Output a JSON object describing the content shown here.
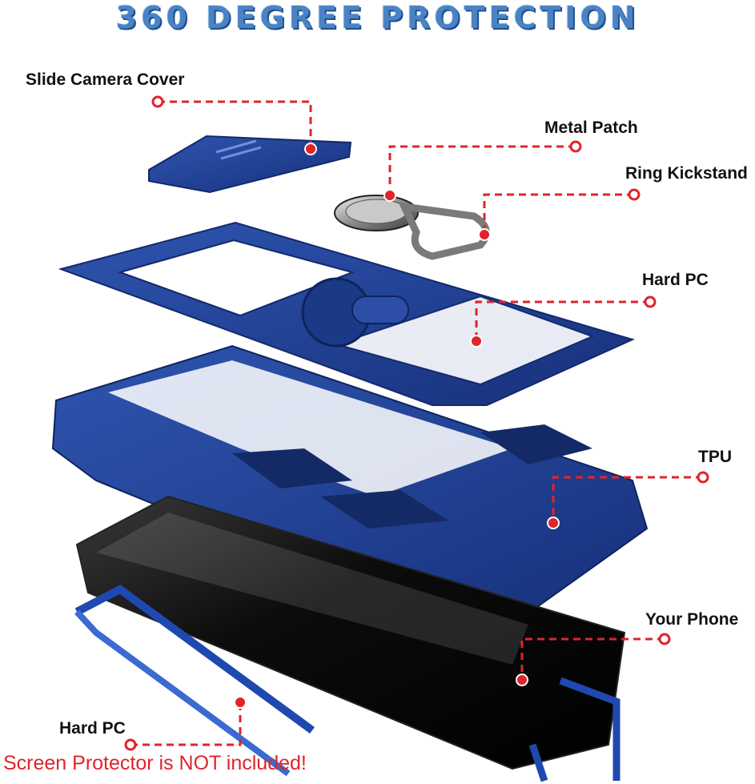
{
  "title": "360 DEGREE PROTECTION",
  "labels": {
    "slide_camera_cover": "Slide Camera Cover",
    "metal_patch": "Metal Patch",
    "ring_kickstand": "Ring Kickstand",
    "hard_pc_top": "Hard PC",
    "tpu": "TPU",
    "your_phone": "Your Phone",
    "hard_pc_bottom": "Hard PC"
  },
  "note": "Screen Protector is NOT included!",
  "colors": {
    "case_blue": "#1f3f8f",
    "case_dark": "#13296a",
    "callout_red": "#e0242a",
    "title_blue": "#4a83c4"
  }
}
